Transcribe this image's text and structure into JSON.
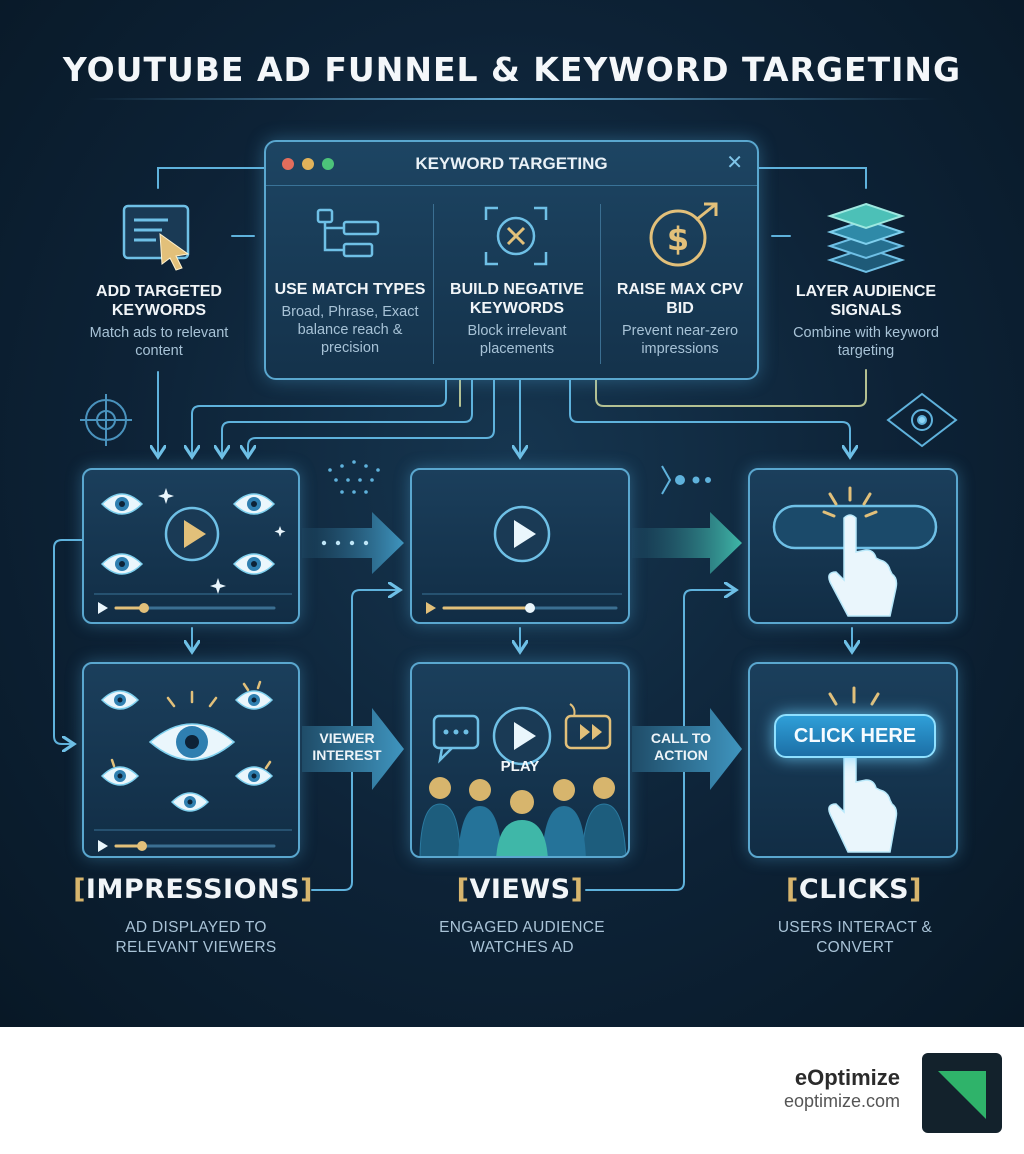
{
  "title": "YOUTUBE AD FUNNEL & KEYWORD TARGETING",
  "keyword_panel": {
    "title": "KEYWORD TARGETING",
    "close_glyph": "✕",
    "columns": [
      {
        "heading": "USE MATCH TYPES",
        "desc": "Broad, Phrase, Exact balance reach & precision",
        "icon": "match-types-icon"
      },
      {
        "heading": "BUILD NEGATIVE KEYWORDS",
        "desc": "Block irrelevant placements",
        "icon": "negative-keyword-icon"
      },
      {
        "heading": "RAISE MAX CPV BID",
        "desc": "Prevent near-zero impressions",
        "icon": "dollar-bid-icon"
      }
    ]
  },
  "side_left": {
    "heading": "ADD TARGETED KEYWORDS",
    "desc": "Match ads to relevant content",
    "icon": "keyword-document-cursor-icon"
  },
  "side_right": {
    "heading": "LAYER AUDIENCE SIGNALS",
    "desc": "Combine with keyword targeting",
    "icon": "layers-icon"
  },
  "flow_labels": {
    "interest": "VIEWER INTEREST",
    "cta": "CALL TO ACTION"
  },
  "panels": {
    "views_play_label": "PLAY",
    "click_button": "CLICK HERE"
  },
  "stages": [
    {
      "title": "IMPRESSIONS",
      "desc": "AD DISPLAYED TO RELEVANT VIEWERS"
    },
    {
      "title": "VIEWS",
      "desc": "ENGAGED AUDIENCE WATCHES AD"
    },
    {
      "title": "CLICKS",
      "desc": "USERS INTERACT & CONVERT"
    }
  ],
  "brackets": {
    "open": "[",
    "close": "]"
  },
  "footer": {
    "brand": "eOptimize",
    "url": "eoptimize.com"
  },
  "colors": {
    "background": "#0d2236",
    "panel_border": "#5aa7cf",
    "accent_gold": "#d7b56d",
    "accent_teal": "#3fb7a8",
    "logo_green": "#2fb36a"
  }
}
